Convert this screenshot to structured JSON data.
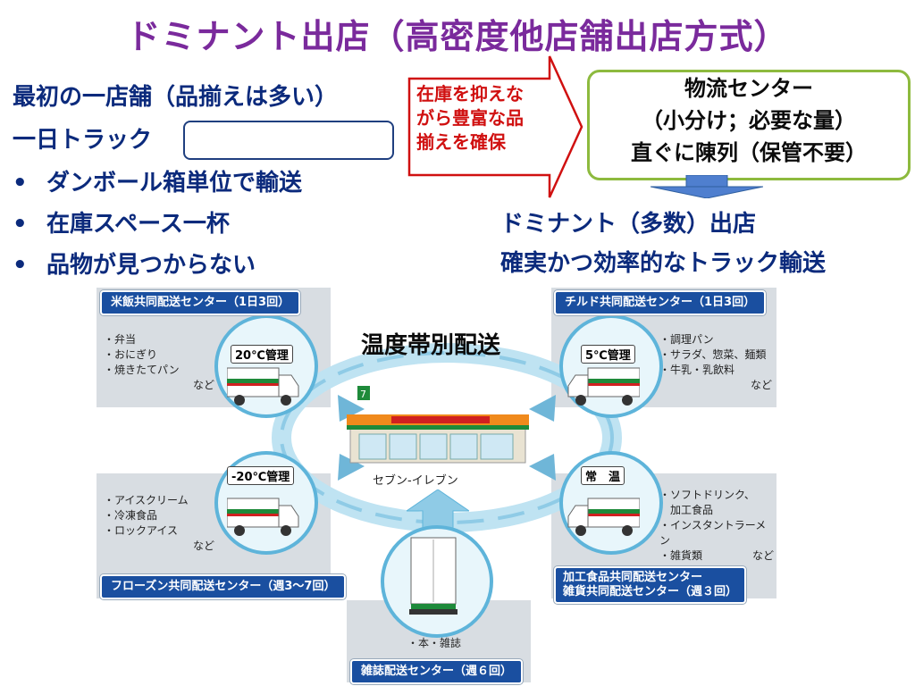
{
  "title": "ドミナント出店（高密度他店舗出店方式）",
  "intro": {
    "line1": "最初の一店舗（品揃えは多い）",
    "line2": "一日トラック",
    "bullets": [
      "ダンボール箱単位で輸送",
      "在庫スペース一杯",
      "品物が見つからない"
    ],
    "bullet_symbol": "•"
  },
  "callout": {
    "lines": [
      "在庫を抑えな",
      "がら豊富な品",
      "揃えを確保"
    ],
    "color": "#d01010"
  },
  "center_box": {
    "lines": [
      "物流センター",
      "（小分け；必要な量）",
      "直ぐに陳列（保管不要）"
    ]
  },
  "dominant": {
    "line1": "ドミナント（多数）出店",
    "line2": "確実かつ効率的なトラック輸送"
  },
  "diagram": {
    "center_label": "温度帯別配送",
    "store_label": "セブン-イレブン",
    "centers": {
      "rice": {
        "label": "米飯共同配送センター（1日3回）",
        "temp": "20℃管理",
        "items": [
          "・弁当",
          "・おにぎり",
          "・焼きたてパン"
        ],
        "etc": "など"
      },
      "chilled": {
        "label": "チルド共同配送センター（1日3回）",
        "temp": "5℃管理",
        "items": [
          "・調理パン",
          "・サラダ、惣菜、麺類",
          "・牛乳・乳飲料"
        ],
        "etc": "など"
      },
      "frozen": {
        "label": "フローズン共同配送センター（週3〜7回）",
        "temp": "-20℃管理",
        "items": [
          "・アイスクリーム",
          "・冷凍食品",
          "・ロックアイス"
        ],
        "etc": "など"
      },
      "ambient": {
        "label_line1": "加工食品共同配送センター",
        "label_line2": "雑貨共同配送センター",
        "label_suffix": "（週３回）",
        "temp": "常　温",
        "items": [
          "・ソフトドリンク、",
          "　加工食品",
          "・インスタントラーメン",
          "・雑貨類"
        ],
        "etc": "など"
      },
      "magazine": {
        "label": "雑誌配送センター（週６回）",
        "items": [
          "・本・雑誌"
        ]
      }
    }
  },
  "colors": {
    "title": "#7a2a9c",
    "text_blue": "#0b2a7c",
    "panel_blue": "#1a4fa0",
    "box_border": "#8dba3e",
    "truck_green": "#1e8a3a",
    "truck_red": "#d02020"
  }
}
